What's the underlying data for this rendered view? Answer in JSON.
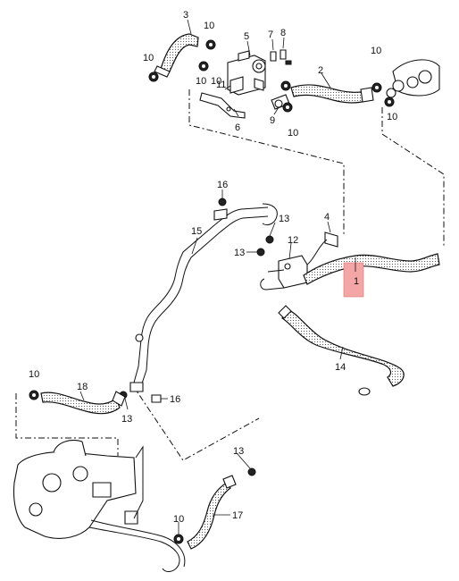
{
  "callouts": {
    "c1": "1",
    "c2": "2",
    "c3": "3",
    "c4": "4",
    "c5": "5",
    "c6": "6",
    "c7": "7",
    "c8": "8",
    "c9": "9",
    "c11": "11",
    "c12": "12",
    "c14": "14",
    "c15": "15",
    "c16a": "16",
    "c16b": "16",
    "c17": "17",
    "c18": "18",
    "c10a": "10",
    "c10b": "10",
    "c10c": "10",
    "c10d": "10",
    "c10e": "10",
    "c10f": "10",
    "c10g": "10",
    "c10h": "10",
    "c10i": "10",
    "c13a": "13",
    "c13b": "13",
    "c13c": "13",
    "c13d": "13"
  },
  "colors": {
    "highlight": "#f4a6a6",
    "ink": "#111111"
  }
}
